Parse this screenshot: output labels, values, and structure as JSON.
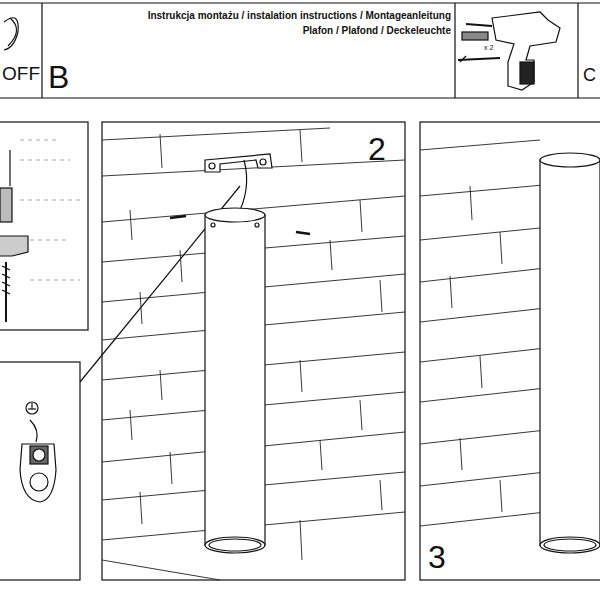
{
  "diagram": {
    "title": "Instrukcja montażu / instalation instructions / Montageanleitung",
    "labels": [
      "Plafon / Plafond / Deckeleuchte",
      "OFF",
      "B",
      "x 2",
      "C",
      "2",
      "3"
    ]
  }
}
